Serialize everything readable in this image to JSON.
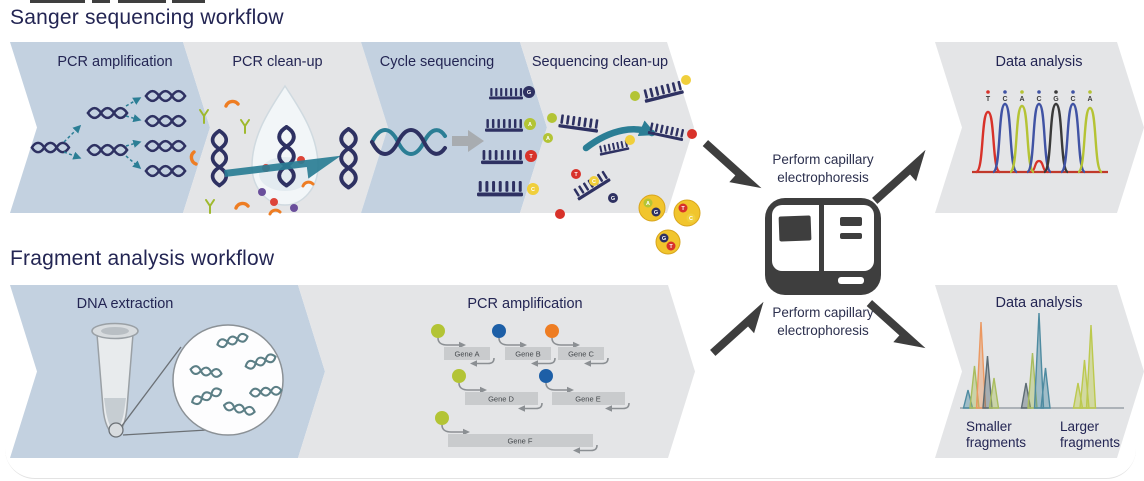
{
  "sanger": {
    "title": "Sanger sequencing workflow",
    "steps": [
      {
        "label": "PCR amplification"
      },
      {
        "label": "PCR clean-up"
      },
      {
        "label": "Cycle sequencing"
      },
      {
        "label": "Sequencing clean-up"
      }
    ],
    "result_label": "Data analysis",
    "cycle_fragment_bases": [
      "G",
      "A",
      "T",
      "C"
    ],
    "cleanup_loose_bases": [
      "T",
      "C",
      "G",
      "A"
    ],
    "cleanup_blob_bases": [
      "A",
      "G",
      "T",
      "C",
      "G",
      "T"
    ]
  },
  "fragment": {
    "title": "Fragment analysis workflow",
    "steps": [
      {
        "label": "DNA extraction"
      },
      {
        "label": "PCR amplification"
      }
    ],
    "genes": [
      {
        "label": "Gene A",
        "dot_color": "#b3c435"
      },
      {
        "label": "Gene B",
        "dot_color": "#1d5fa7"
      },
      {
        "label": "Gene C",
        "dot_color": "#ee7d23"
      },
      {
        "label": "Gene D",
        "dot_color": "#b3c435"
      },
      {
        "label": "Gene E",
        "dot_color": "#1d5fa7"
      },
      {
        "label": "Gene F",
        "dot_color": "#b3c435"
      }
    ],
    "result_label": "Data analysis",
    "result_x_labels": [
      "Smaller fragments",
      "Larger fragments"
    ]
  },
  "center": {
    "caption": "Perform capillary electrophoresis",
    "instrument_icon": "genetic-analyzer-icon"
  },
  "colors": {
    "band_blue": "#c3d1e0",
    "band_gray": "#e4e5e7",
    "navy_text": "#232553",
    "dna_navy": "#2e3162",
    "teal": "#2b7e95",
    "dark": "#3e3e3e",
    "bar_gray": "#c9cbcd",
    "bases": {
      "A": "#b3c435",
      "C": "#f0cf3c",
      "G": "#2e3162",
      "T": "#d8322a"
    }
  },
  "chart_data": [
    {
      "type": "line",
      "name": "sanger-electropherogram",
      "title": "Data analysis",
      "sequence": [
        "T",
        "C",
        "A",
        "C",
        "G",
        "C",
        "A"
      ],
      "peaks": [
        {
          "base": "T",
          "color": "#d8322a",
          "height": 60
        },
        {
          "base": "C",
          "color": "#4053a4",
          "height": 68
        },
        {
          "base": "A",
          "color": "#b5c334",
          "height": 66
        },
        {
          "base": "C",
          "color": "#4053a4",
          "height": 68
        },
        {
          "base": "G",
          "color": "#3a3a3a",
          "height": 68
        },
        {
          "base": "C",
          "color": "#4053a4",
          "height": 68
        },
        {
          "base": "A",
          "color": "#b5c334",
          "height": 64
        }
      ],
      "minor_peak": {
        "index": 3,
        "color": "#d8322a",
        "height": 11
      },
      "baseline_color": "#c0392b",
      "grid": false,
      "legend": false
    },
    {
      "type": "area",
      "name": "fragment-size-trace",
      "title": "Data analysis",
      "x_axis_labels": [
        "Smaller fragments",
        "Larger fragments"
      ],
      "baseline_color": "#9aa2a8",
      "clusters": [
        {
          "peaks": [
            {
              "height": 18,
              "color": "#4e8ba1"
            },
            {
              "height": 42,
              "color": "#a9bd5e"
            },
            {
              "height": 86,
              "color": "#eb9861"
            },
            {
              "height": 52,
              "color": "#5c6b73"
            },
            {
              "height": 30,
              "color": "#a9bd5e"
            }
          ]
        },
        {
          "peaks": [
            {
              "height": 25,
              "color": "#5c6b73"
            },
            {
              "height": 55,
              "color": "#a9bd5e"
            },
            {
              "height": 95,
              "color": "#4e8ba1"
            },
            {
              "height": 40,
              "color": "#4e8ba1"
            }
          ]
        },
        {
          "peaks": [
            {
              "height": 25,
              "color": "#bcc94e"
            },
            {
              "height": 48,
              "color": "#bcc94e"
            },
            {
              "height": 83,
              "color": "#bcc94e"
            }
          ]
        }
      ]
    }
  ]
}
